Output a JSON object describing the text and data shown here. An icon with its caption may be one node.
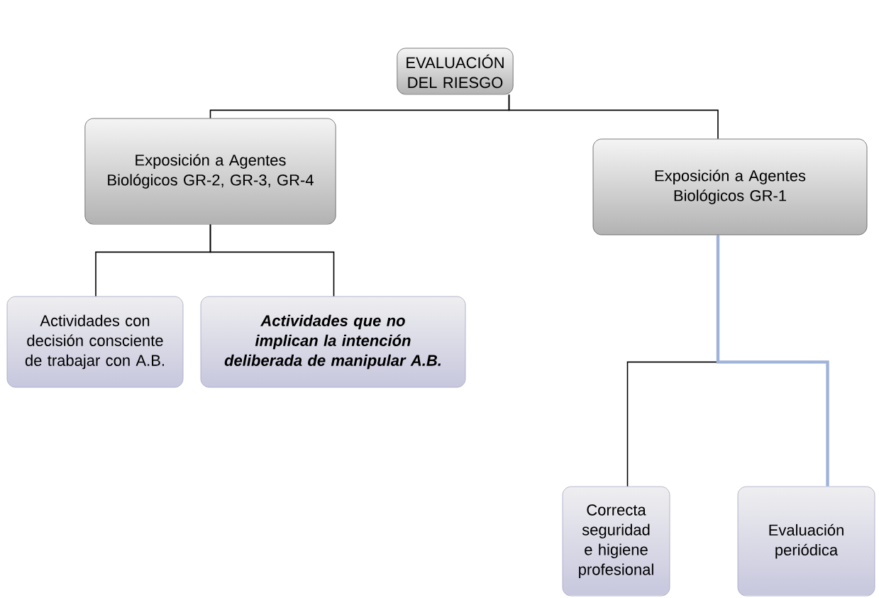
{
  "diagram": {
    "nodes": [
      {
        "text": [
          "EVALUACIÓN DEL RIESGO"
        ]
      },
      {
        "text": [
          "Exposición a Agentes Biológicos GR-2, GR-3, GR-4"
        ]
      },
      {
        "text": [
          "Exposición a Agentes Biológicos GR-1"
        ]
      },
      {
        "text": [
          "Actividades con decisión consciente de trabajar con A.B."
        ]
      },
      {
        "text": [
          "Actividades que no implican la intención deliberada de manipular A.B."
        ]
      },
      {
        "text": [
          "Correcta seguridad e higiene profesional"
        ]
      },
      {
        "text": [
          "Evaluación periódica"
        ]
      }
    ],
    "edges": [
      {
        "from": 0,
        "to": 1,
        "arrow": "none"
      },
      {
        "from": 0,
        "to": 2,
        "arrow": "none"
      },
      {
        "from": 1,
        "to": 3,
        "arrow": "none"
      },
      {
        "from": 1,
        "to": 4,
        "arrow": "none"
      },
      {
        "from": 2,
        "to": 5,
        "arrow": "none"
      },
      {
        "from": 2,
        "to": 6,
        "arrow": "none",
        "style": "thick",
        "color": "#9fb3d9"
      }
    ]
  }
}
